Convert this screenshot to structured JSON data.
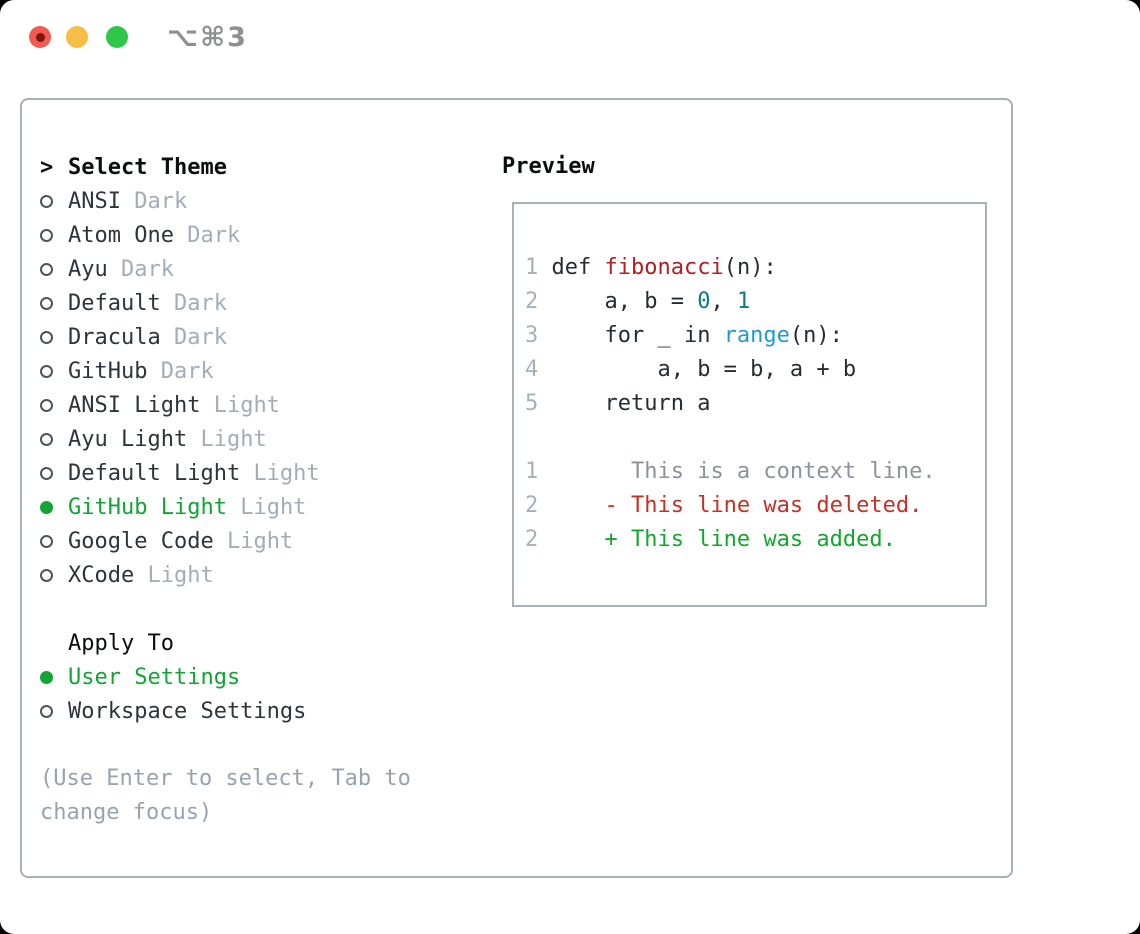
{
  "window": {
    "shortcut": "⌥⌘3"
  },
  "theme_panel": {
    "header": {
      "prefix": ">",
      "label": "Select Theme"
    },
    "themes": [
      {
        "name": "ANSI",
        "variant": "Dark",
        "selected": false
      },
      {
        "name": "Atom One",
        "variant": "Dark",
        "selected": false
      },
      {
        "name": "Ayu",
        "variant": "Dark",
        "selected": false
      },
      {
        "name": "Default",
        "variant": "Dark",
        "selected": false
      },
      {
        "name": "Dracula",
        "variant": "Dark",
        "selected": false
      },
      {
        "name": "GitHub",
        "variant": "Dark",
        "selected": false
      },
      {
        "name": "ANSI Light",
        "variant": "Light",
        "selected": false
      },
      {
        "name": "Ayu Light",
        "variant": "Light",
        "selected": false
      },
      {
        "name": "Default Light",
        "variant": "Light",
        "selected": false
      },
      {
        "name": "GitHub Light",
        "variant": "Light",
        "selected": true
      },
      {
        "name": "Google Code",
        "variant": "Light",
        "selected": false
      },
      {
        "name": "XCode",
        "variant": "Light",
        "selected": false
      }
    ],
    "apply_to": {
      "label": "Apply To",
      "options": [
        {
          "name": "User Settings",
          "selected": true
        },
        {
          "name": "Workspace Settings",
          "selected": false
        }
      ]
    },
    "help": [
      "(Use Enter to select, Tab to",
      "change focus)"
    ]
  },
  "preview": {
    "label": "Preview",
    "lines": [
      {
        "num": "1",
        "tokens": [
          {
            "t": "def ",
            "c": "plain"
          },
          {
            "t": "fibonacci",
            "c": "func"
          },
          {
            "t": "(n):",
            "c": "plain"
          }
        ]
      },
      {
        "num": "2",
        "tokens": [
          {
            "t": "    a, b = ",
            "c": "plain"
          },
          {
            "t": "0",
            "c": "num"
          },
          {
            "t": ", ",
            "c": "plain"
          },
          {
            "t": "1",
            "c": "num"
          }
        ]
      },
      {
        "num": "3",
        "tokens": [
          {
            "t": "    for _ in ",
            "c": "plain"
          },
          {
            "t": "range",
            "c": "builtin"
          },
          {
            "t": "(n):",
            "c": "plain"
          }
        ]
      },
      {
        "num": "4",
        "tokens": [
          {
            "t": "        a, b = b, a + b",
            "c": "plain"
          }
        ]
      },
      {
        "num": "5",
        "tokens": [
          {
            "t": "    return a",
            "c": "plain"
          }
        ]
      },
      {
        "num": "",
        "tokens": []
      },
      {
        "num": "1",
        "tokens": [
          {
            "t": "      This is a context line.",
            "c": "context"
          }
        ]
      },
      {
        "num": "2",
        "tokens": [
          {
            "t": "    - This line was deleted.",
            "c": "removed"
          }
        ]
      },
      {
        "num": "2",
        "tokens": [
          {
            "t": "    + This line was added.",
            "c": "added"
          }
        ]
      }
    ]
  },
  "colors": {
    "selection_green": "#12a534",
    "added_green": "#12a82c",
    "removed_red": "#c43026",
    "function_red": "#b01f24",
    "number_teal": "#0b7d82",
    "builtin_blue": "#1e9ad6",
    "muted_gray": "#a3adb8",
    "line_number_gray": "#a6b0bd",
    "border_gray": "#a9b0ba",
    "traffic_red": "#f15b51",
    "traffic_yellow": "#f8bd45",
    "traffic_green": "#2ec748"
  }
}
